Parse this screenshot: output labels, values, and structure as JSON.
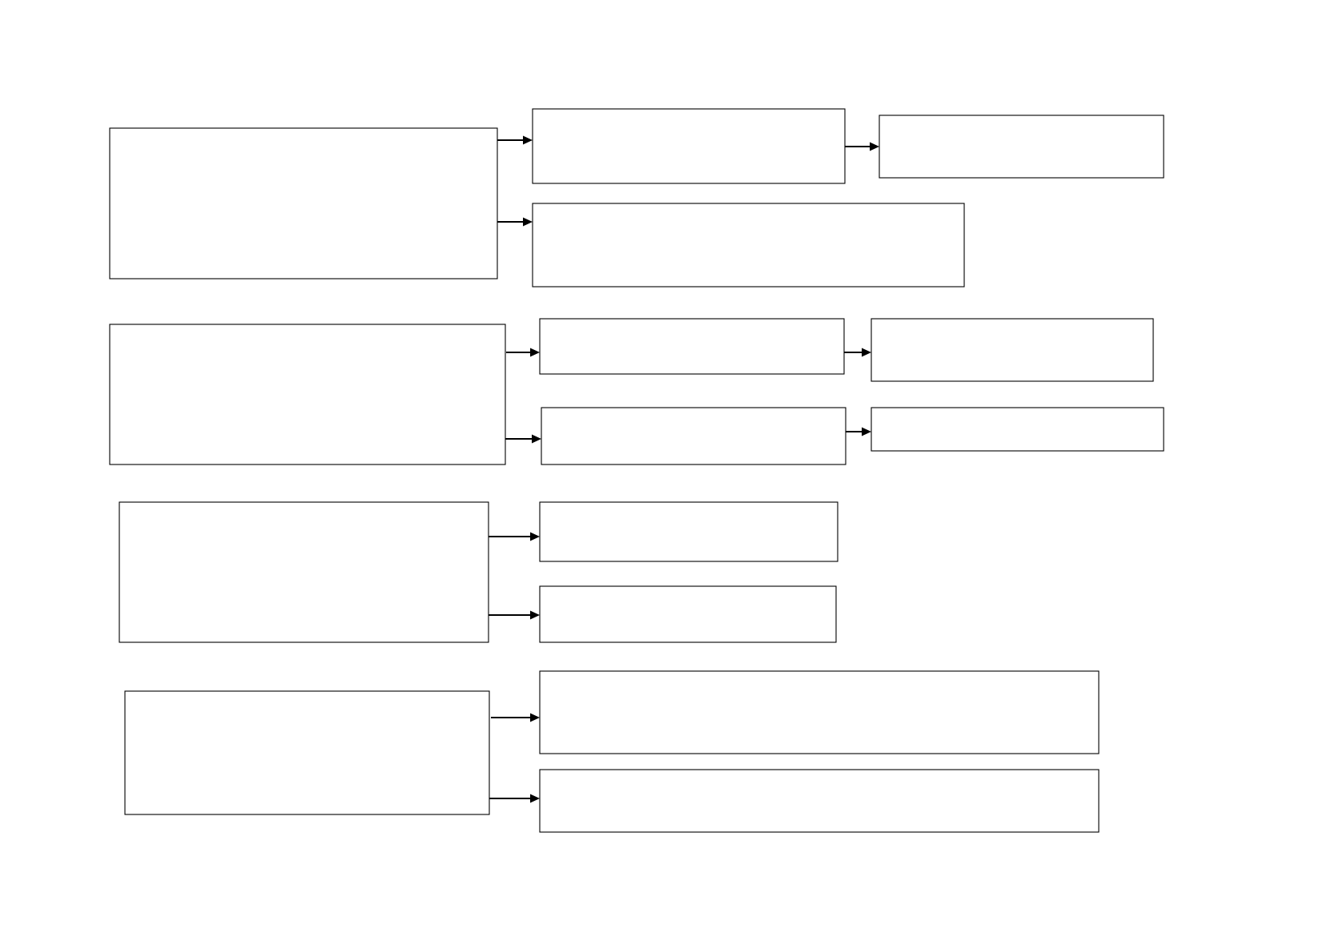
{
  "diagram": {
    "type": "flowchart",
    "background": "#ffffff",
    "stroke_color": "#000000",
    "groups": [
      {
        "id": "group-1",
        "boxes": [
          "g1-source",
          "g1-top",
          "g1-top-next",
          "g1-bottom"
        ]
      },
      {
        "id": "group-2",
        "boxes": [
          "g2-source",
          "g2-top",
          "g2-top-next",
          "g2-bottom",
          "g2-bottom-next"
        ]
      },
      {
        "id": "group-3",
        "boxes": [
          "g3-source",
          "g3-top",
          "g3-bottom"
        ]
      },
      {
        "id": "group-4",
        "boxes": [
          "g4-source",
          "g4-top",
          "g4-bottom"
        ]
      }
    ],
    "connections": [
      {
        "from": "g1-source",
        "to": "g1-top"
      },
      {
        "from": "g1-source",
        "to": "g1-bottom"
      },
      {
        "from": "g1-top",
        "to": "g1-top-next"
      },
      {
        "from": "g2-source",
        "to": "g2-top"
      },
      {
        "from": "g2-source",
        "to": "g2-bottom"
      },
      {
        "from": "g2-top",
        "to": "g2-top-next"
      },
      {
        "from": "g2-bottom",
        "to": "g2-bottom-next"
      },
      {
        "from": "g3-source",
        "to": "g3-top"
      },
      {
        "from": "g3-source",
        "to": "g3-bottom"
      },
      {
        "from": "g4-source",
        "to": "g4-top"
      },
      {
        "from": "g4-source",
        "to": "g4-bottom"
      }
    ]
  }
}
